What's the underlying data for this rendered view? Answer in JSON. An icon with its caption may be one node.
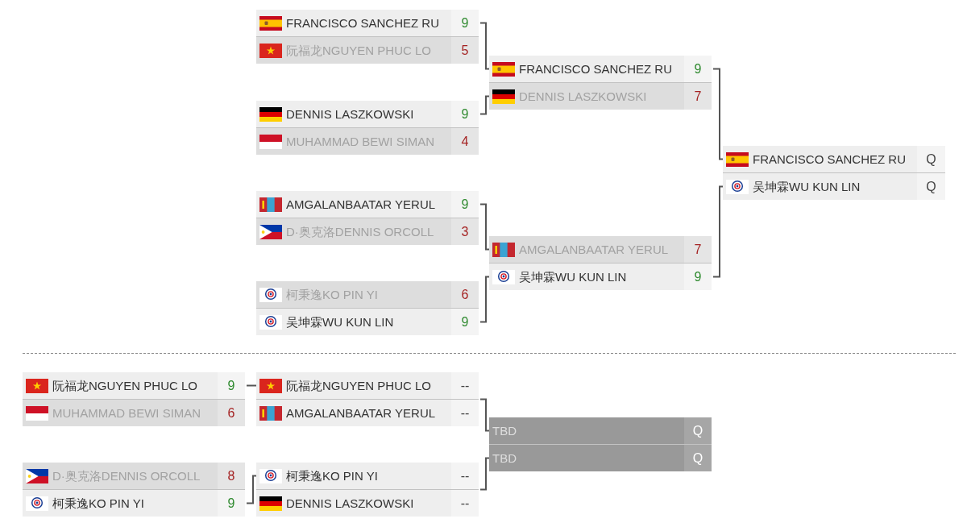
{
  "diagram": {
    "nodes": [
      {
        "text": [
          "FRANCISCO SANCHEZ RU",
          "9",
          "阮福龙NGUYEN PHUC LO",
          "5"
        ]
      },
      {
        "text": [
          "DENNIS LASZKOWSKI",
          "9",
          "MUHAMMAD BEWI SIMAN",
          "4"
        ]
      },
      {
        "text": [
          "AMGALANBAATAR YERUL",
          "9",
          "D·奥克洛DENNIS ORCOLL",
          "3"
        ]
      },
      {
        "text": [
          "柯秉逸KO PIN YI",
          "6",
          "吴坤霖WU KUN LIN",
          "9"
        ]
      },
      {
        "text": [
          "FRANCISCO SANCHEZ RU",
          "9",
          "DENNIS LASZKOWSKI",
          "7"
        ]
      },
      {
        "text": [
          "AMGALANBAATAR YERUL",
          "7",
          "吴坤霖WU KUN LIN",
          "9"
        ]
      },
      {
        "text": [
          "FRANCISCO SANCHEZ RU",
          "Q",
          "吴坤霖WU KUN LIN",
          "Q"
        ]
      },
      {
        "text": [
          "阮福龙NGUYEN PHUC LO",
          "9",
          "MUHAMMAD BEWI SIMAN",
          "6"
        ]
      },
      {
        "text": [
          "D·奥克洛DENNIS ORCOLL",
          "8",
          "柯秉逸KO PIN YI",
          "9"
        ]
      },
      {
        "text": [
          "阮福龙NGUYEN PHUC LO",
          "--",
          "AMGALANBAATAR YERUL",
          "--"
        ]
      },
      {
        "text": [
          "柯秉逸KO PIN YI",
          "--",
          "DENNIS LASZKOWSKI",
          "--"
        ]
      },
      {
        "text": [
          "TBD",
          "Q",
          "TBD",
          "Q"
        ]
      }
    ],
    "edges": [
      {
        "from": 0,
        "to": 4,
        "arrow": "none"
      },
      {
        "from": 1,
        "to": 4,
        "arrow": "none"
      },
      {
        "from": 2,
        "to": 5,
        "arrow": "none"
      },
      {
        "from": 3,
        "to": 5,
        "arrow": "none"
      },
      {
        "from": 4,
        "to": 6,
        "arrow": "none"
      },
      {
        "from": 5,
        "to": 6,
        "arrow": "none"
      },
      {
        "from": 7,
        "to": 9,
        "arrow": "none"
      },
      {
        "from": 8,
        "to": 10,
        "arrow": "none"
      },
      {
        "from": 9,
        "to": 11,
        "arrow": "none"
      },
      {
        "from": 10,
        "to": 11,
        "arrow": "none"
      }
    ]
  }
}
